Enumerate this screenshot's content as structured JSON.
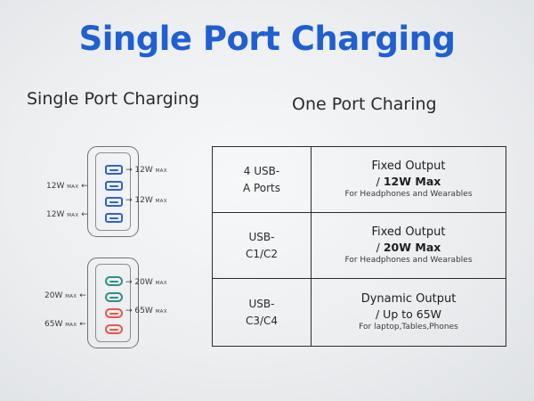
{
  "headline": "Single Port Charging",
  "left_title": "Single Port Charging",
  "right_title": "One Port Charing",
  "charger_top": {
    "ports": 4,
    "port_color": "#2f5fe0",
    "labels_right": [
      {
        "value": "12W",
        "max": "MAX"
      },
      {
        "value": "12W",
        "max": "MAX"
      }
    ],
    "labels_left": [
      {
        "value": "12W",
        "max": "MAX"
      },
      {
        "value": "12W",
        "max": "MAX"
      }
    ]
  },
  "charger_bottom": {
    "port_colors": [
      "#2f8f86",
      "#e8564c"
    ],
    "labels_right": [
      {
        "value": "20W",
        "max": "MAX"
      },
      {
        "value": "65W",
        "max": "MAX"
      }
    ],
    "labels_left": [
      {
        "value": "20W",
        "max": "MAX"
      },
      {
        "value": "65W",
        "max": "MAX"
      }
    ]
  },
  "table": {
    "rows": [
      {
        "port_line1": "4 USB-",
        "port_line2": "A Ports",
        "title": "Fixed Output",
        "sub_prefix": "/ ",
        "sub_bold": "12W Max",
        "note": "For Headphones and Wearables"
      },
      {
        "port_line1": "USB-",
        "port_line2": "C1/C2",
        "title": "Fixed Output",
        "sub_prefix": "/ ",
        "sub_bold": "20W Max",
        "note": "For Headphones and Wearables"
      },
      {
        "port_line1": "USB-",
        "port_line2": "C3/C4",
        "title": "Dynamic Output",
        "sub_prefix": "/ Up to 65W",
        "sub_bold": "",
        "note": "For laptop,Tables,Phones"
      }
    ]
  }
}
